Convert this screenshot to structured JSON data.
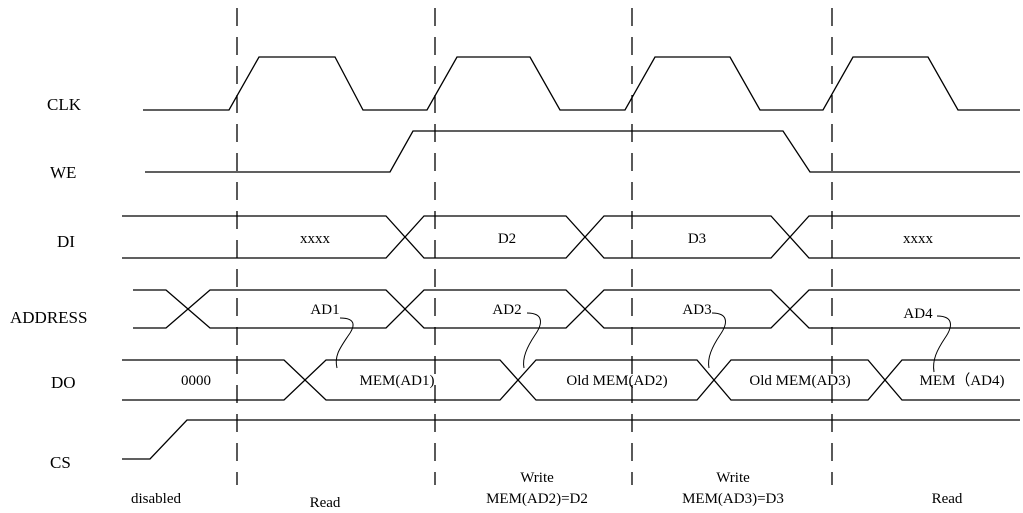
{
  "signals": {
    "clk": "CLK",
    "we": "WE",
    "di": "DI",
    "address": "ADDRESS",
    "do": "DO",
    "cs": "CS"
  },
  "di_values": [
    "xxxx",
    "D2",
    "D3",
    "xxxx"
  ],
  "address_values": [
    "AD1",
    "AD2",
    "AD3",
    "AD4"
  ],
  "do_values": [
    "0000",
    "MEM(AD1)",
    "Old MEM(AD2)",
    "Old MEM(AD3)",
    "MEM（AD4)"
  ],
  "phases": {
    "disabled": "disabled",
    "read1": "Read",
    "write2_line1": "Write",
    "write2_line2": "MEM(AD2)=D2",
    "write3_line1": "Write",
    "write3_line2": "MEM(AD3)=D3",
    "read2": "Read"
  }
}
